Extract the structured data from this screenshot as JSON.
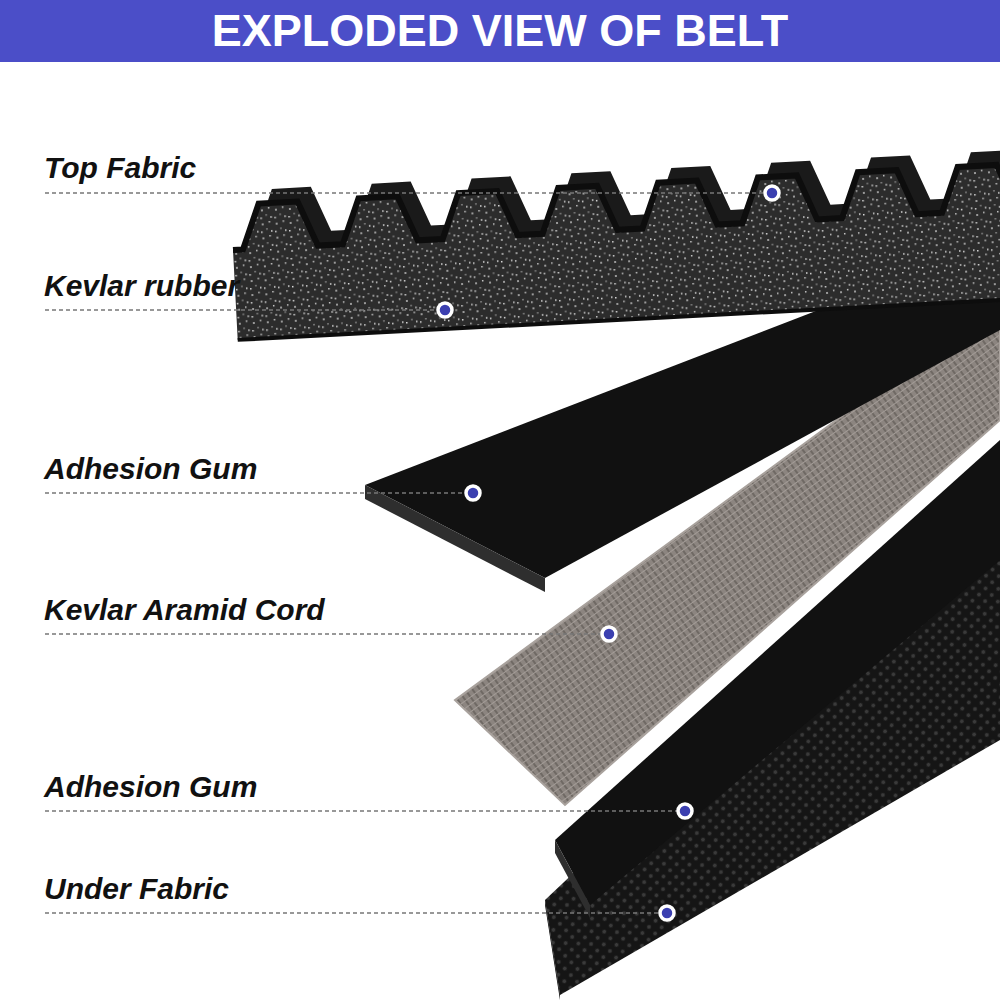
{
  "diagram": {
    "title": "EXPLODED VIEW OF BELT",
    "labels": [
      "Top Fabric",
      "Kevlar rubber",
      "Adhesion Gum",
      "Kevlar Aramid Cord",
      "Adhesion Gum",
      "Under Fabric"
    ]
  }
}
